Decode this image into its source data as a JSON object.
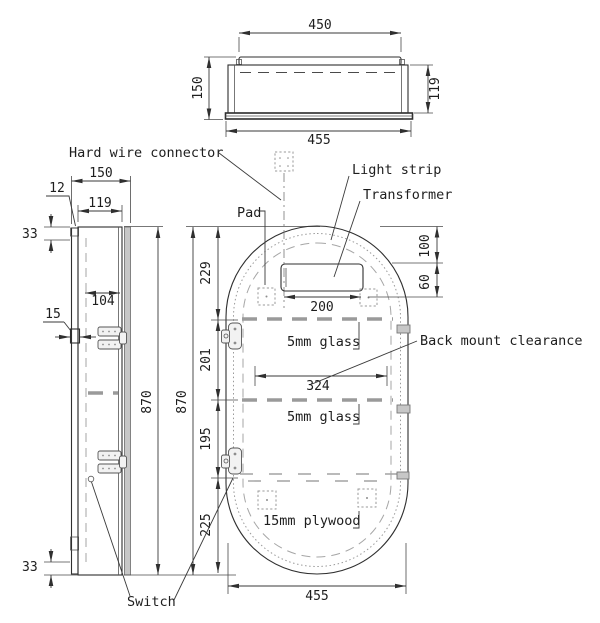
{
  "drawing": {
    "labels": {
      "hard_wire_connector": "Hard wire connector",
      "light_strip": "Light strip",
      "transformer": "Transformer",
      "pad": "Pad",
      "glass_upper": "5mm glass",
      "back_mount_clearance": "Back mount clearance",
      "glass_lower": "5mm glass",
      "plywood": "15mm plywood",
      "switch": "Switch"
    },
    "top_view": {
      "width_top": "450",
      "height_left": "150",
      "height_right": "119",
      "width_bottom": "455"
    },
    "side_view": {
      "depth_overall": "150",
      "door_thickness": "12",
      "body_depth": "119",
      "top_offset": "33",
      "inner_depth": "104",
      "ledge": "15",
      "height": "870",
      "bottom_offset": "33"
    },
    "front_view": {
      "height": "870",
      "seg_top": "229",
      "seg_upper": "201",
      "seg_lower": "195",
      "seg_bottom": "225",
      "transformer_width": "200",
      "shelf_width": "324",
      "top_clearance": "100",
      "strip_gap": "60",
      "width_bottom": "455"
    }
  }
}
